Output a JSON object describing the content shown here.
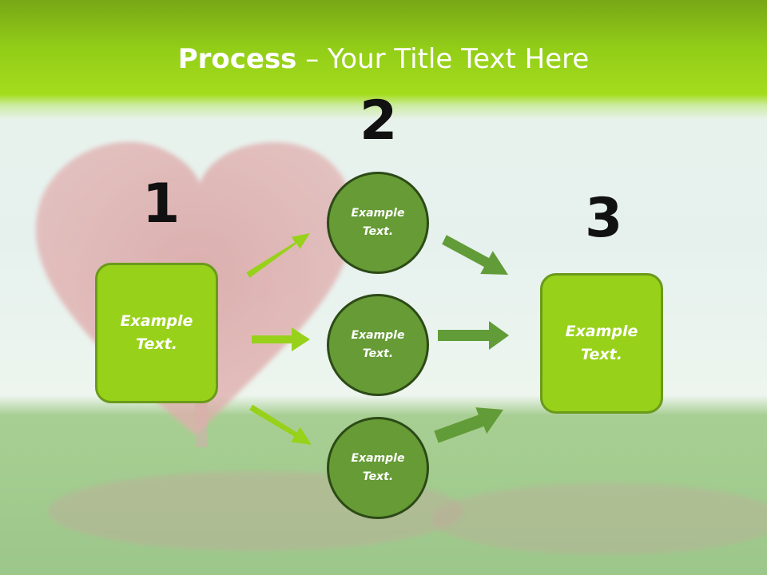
{
  "title": {
    "bold": "Process",
    "rest": " – Your Title Text Here"
  },
  "steps": [
    {
      "number": "1"
    },
    {
      "number": "2"
    },
    {
      "number": "3"
    }
  ],
  "boxes": [
    {
      "text": "Example Text."
    },
    {
      "text": "Example Text."
    }
  ],
  "circles": [
    {
      "text": "Example Text."
    },
    {
      "text": "Example Text."
    },
    {
      "text": "Example Text."
    }
  ],
  "colors": {
    "header_green": "#92cd18",
    "box_green": "#98d11a",
    "circle_green": "#669b36",
    "arrow_light": "#98d11a",
    "arrow_dark": "#629c38"
  }
}
